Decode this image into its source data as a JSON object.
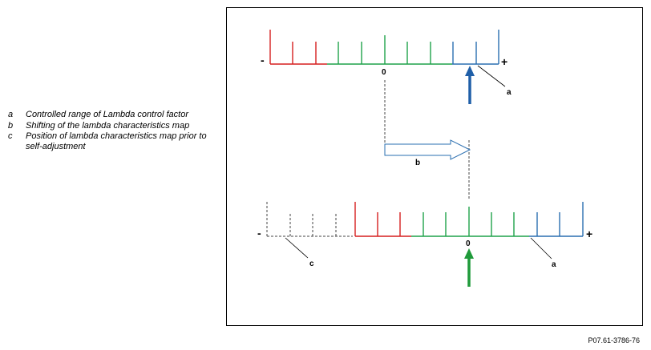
{
  "legend": [
    {
      "key": "a",
      "text": "Controlled range of Lambda control factor"
    },
    {
      "key": "b",
      "text": "Shifting of the lambda characteristics map"
    },
    {
      "key": "c",
      "text": "Position of lambda characteristics map prior to self-adjustment"
    }
  ],
  "diagram": {
    "top_scale": {
      "minus": "-",
      "zero": "0",
      "plus": "+",
      "callout": "a"
    },
    "shift": {
      "callout": "b"
    },
    "bottom_scale": {
      "minus": "-",
      "zero": "0",
      "plus": "+",
      "callout_c": "c",
      "callout_a": "a"
    }
  },
  "colors": {
    "red": "#d61f1f",
    "green": "#1fa24a",
    "blue": "#2a6fb0",
    "grey": "#444444",
    "arrow_blue": "#1f5fa8",
    "arrow_green": "#1f9a3a"
  },
  "reference": "P07.61-3786-76"
}
